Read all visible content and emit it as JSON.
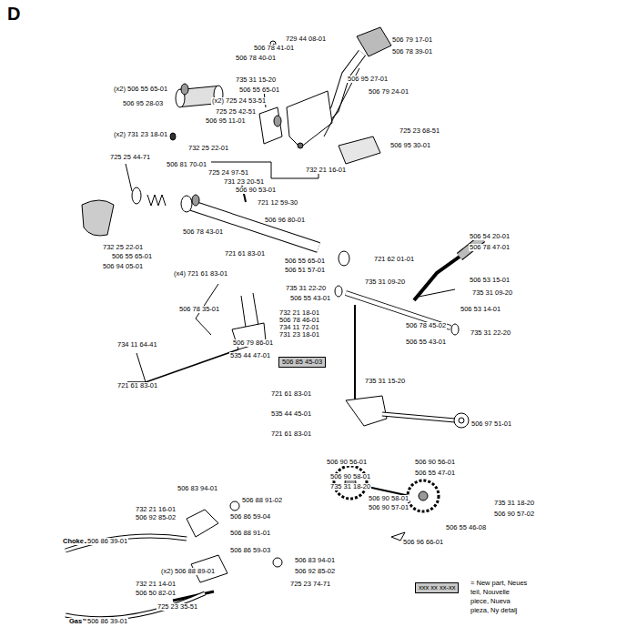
{
  "diagram": {
    "title": "D",
    "nodes": [
      {
        "text": [
          "506 85 45-03"
        ]
      },
      {
        "text": [
          "xxx xx xx-xx"
        ]
      }
    ],
    "labels": [
      "729 44 08-01",
      "506 79 17-01",
      "506 78 41-01",
      "506 78 39-01",
      "506 78 40-01",
      "735 31 15-20",
      "506 95 27-01",
      "(x2) 506 55 65-01",
      "506 55 65-01",
      "506 79 24-01",
      "(x2) 725 24 53-51",
      "506 95 28-03",
      "725 25 42-51",
      "506 95 11-01",
      "725 23 68-51",
      "(x2) 731 23 18-01",
      "506 95 30-01",
      "732 25 22-01",
      "725 25 44-71",
      "506 81 70-01",
      "732 21 16-01",
      "725 24 97-51",
      "731 23 20-51",
      "506 90 53-01",
      "721 12 59-30",
      "506 96 80-01",
      "506 78 43-01",
      "506 54 20-01",
      "732 25 22-01",
      "506 78 47-01",
      "721 61 83-01",
      "506 55 65-01",
      "721 62 01-01",
      "506 55 65-01",
      "506 94 05-01",
      "506 51 57-01",
      "(x4) 721 61 83-01",
      "506 53 15-01",
      "735 31 09-20",
      "735 31 22-20",
      "735 31 09-20",
      "506 55 43-01",
      "506 53 14-01",
      "506 78 35-01",
      "732 21 18-01",
      "506 78 46-01",
      "506 78 45-02",
      "734 11 72-01",
      "735 31 22-20",
      "731 23 18-01",
      "506 55 43-01",
      "506 79 86-01",
      "734 11 64-41",
      "535 44 47-01",
      "735 31 15-20",
      "721 61 83-01",
      "721 61 83-01",
      "535 44 45-01",
      "506 97 51-01",
      "721 61 83-01",
      "506 90 56-01",
      "506 90 56-01",
      "506 55 47-01",
      "506 90 58-01",
      "735 31 18-20",
      "506 83 94-01",
      "506 90 58-01",
      "506 88 91-02",
      "735 31 18-20",
      "506 90 57-01",
      "732 21 16-01",
      "506 90 57-02",
      "506 86 59-04",
      "506 92 85-02",
      "506 55 46-08",
      "506 88 91-01",
      "Choke",
      "506 86 39-01",
      "506 96 66-01",
      "506 86 59-03",
      "506 83 94-01",
      "(x2) 506 88 89-01",
      "506 92 85-02",
      "725 23 74-71",
      "732 21 14-01",
      "506 50 82-01",
      "725 23 35-51",
      "Gas",
      "506 86 39-01",
      "= New part, Neues teil, Nouvelle piece, Nueva pieza, Ny detalj"
    ]
  }
}
